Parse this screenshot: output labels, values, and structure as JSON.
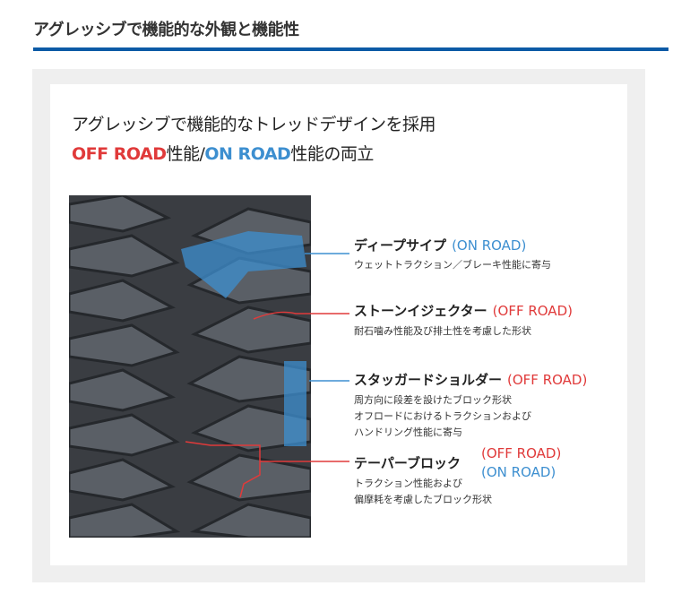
{
  "section_title": "アグレッシブで機能的な外観と機能性",
  "lead": {
    "line1": "アグレッシブで機能的なトレッドデザインを採用",
    "off_road": "OFF ROAD",
    "perf1": "性能/",
    "on_road": "ON ROAD",
    "perf2": "性能の両立"
  },
  "features": [
    {
      "name": "ディープサイプ",
      "tags": [
        "(ON ROAD)"
      ],
      "desc": [
        "ウェットトラクション／ブレーキ性能に寄与"
      ]
    },
    {
      "name": "ストーンイジェクター",
      "tags": [
        "(OFF ROAD)"
      ],
      "desc": [
        "耐石噛み性能及び排土性を考慮した形状"
      ]
    },
    {
      "name": "スタッガードショルダー",
      "tags": [
        "(OFF ROAD)"
      ],
      "desc": [
        "周方向に段差を設けたブロック形状",
        "オフロードにおけるトラクションおよび",
        "ハンドリング性能に寄与"
      ]
    },
    {
      "name": "テーパーブロック",
      "tags": [
        "(OFF ROAD)",
        "(ON ROAD)"
      ],
      "desc": [
        "トラクション性能および",
        "偏摩耗を考慮したブロック形状"
      ]
    }
  ],
  "colors": {
    "accent": "#0c5aa6",
    "off_road": "#e03a3a",
    "on_road": "#3d8fd0"
  }
}
